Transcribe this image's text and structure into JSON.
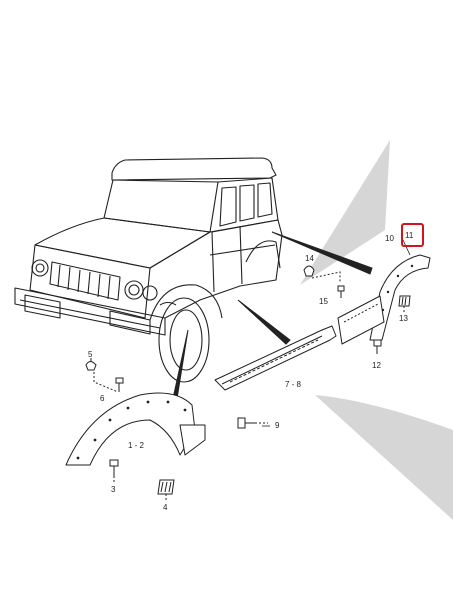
{
  "callouts": {
    "c1_2": "1 - 2",
    "c3": "3",
    "c4": "4",
    "c5": "5",
    "c6": "6",
    "c7_8": "7 - 8",
    "c9": "9",
    "c10": "10",
    "c11": "11",
    "c12": "12",
    "c13": "13",
    "c14": "14",
    "c15": "15"
  },
  "highlight_color": "#d4141c",
  "line_color": "#222222",
  "shadow_color": "#d6d6d6",
  "selected_callout": "11"
}
